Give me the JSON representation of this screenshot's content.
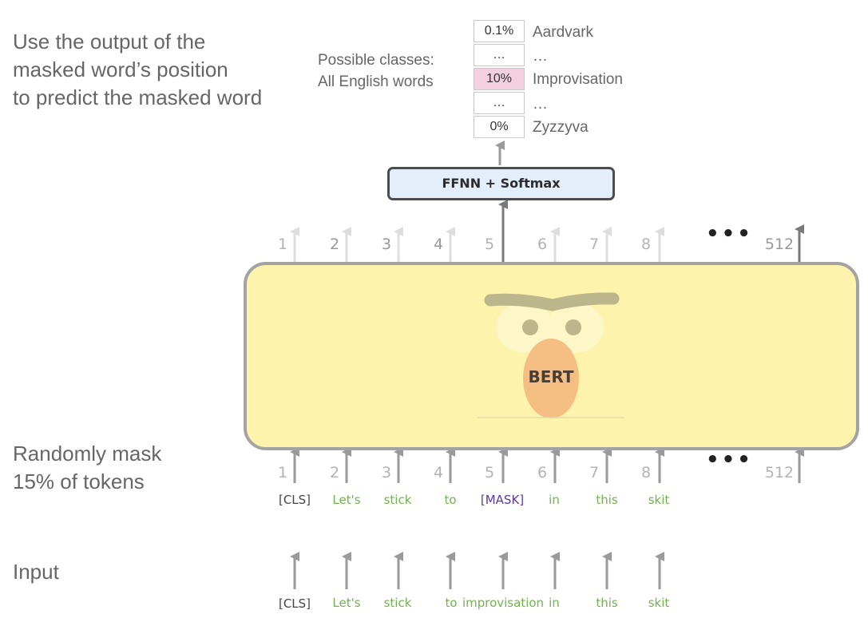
{
  "headline": {
    "lines": [
      "Use the output of the",
      "masked word’s position",
      "to predict the masked word"
    ]
  },
  "classes_label": {
    "lines": [
      "Possible classes:",
      "All English words"
    ]
  },
  "output_table": [
    {
      "prob": "0.1%",
      "word": "Aardvark",
      "highlight": false
    },
    {
      "prob": "…",
      "word": "…",
      "highlight": false
    },
    {
      "prob": "10%",
      "word": "Improvisation",
      "highlight": true
    },
    {
      "prob": "…",
      "word": "…",
      "highlight": false
    },
    {
      "prob": "0%",
      "word": "Zyzzyva",
      "highlight": false
    }
  ],
  "ffnn_label": "FFNN + Softmax",
  "model_label": "BERT",
  "positions": [
    "1",
    "2",
    "3",
    "4",
    "5",
    "6",
    "7",
    "8"
  ],
  "last_position": "512",
  "ellipsis": "•••",
  "mask_note": {
    "lines": [
      "Randomly mask",
      "15% of tokens"
    ]
  },
  "masked_tokens": [
    "[CLS]",
    "Let's",
    "stick",
    "to",
    "[MASK]",
    "in",
    "this",
    "skit"
  ],
  "input_note": "Input",
  "input_tokens": [
    "[CLS]",
    "Let's",
    "stick",
    "to",
    "improvisation",
    "in",
    "this",
    "skit"
  ],
  "colors": {
    "token_green": "#72b24f",
    "mask_purple": "#5b3aa0",
    "highlight_pink": "#f4cfdf",
    "ffnn_fill": "#e4eefb",
    "bert_fill": "#fef3ac"
  }
}
